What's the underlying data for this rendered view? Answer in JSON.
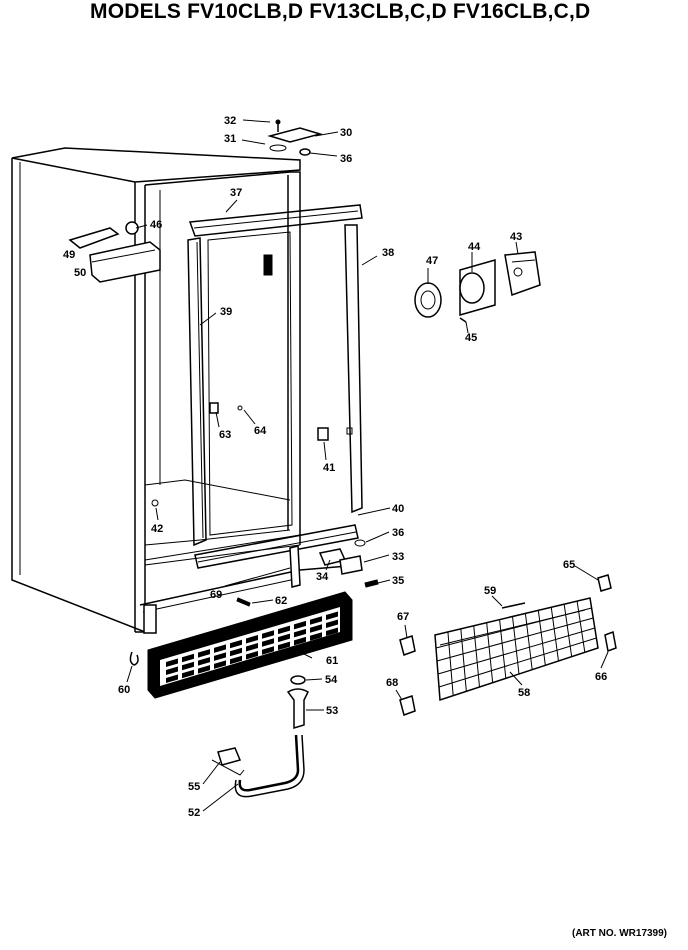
{
  "title": "MODELS FV10CLB,D FV13CLB,C,D FV16CLB,C,D",
  "art_number": "(ART NO. WR17399)",
  "callouts": [
    "30",
    "31",
    "32",
    "36",
    "37",
    "46",
    "49",
    "50",
    "38",
    "39",
    "47",
    "44",
    "43",
    "45",
    "63",
    "64",
    "41",
    "42",
    "40",
    "36",
    "33",
    "34",
    "35",
    "69",
    "62",
    "65",
    "59",
    "67",
    "61",
    "60",
    "54",
    "53",
    "58",
    "66",
    "68",
    "55",
    "52"
  ]
}
